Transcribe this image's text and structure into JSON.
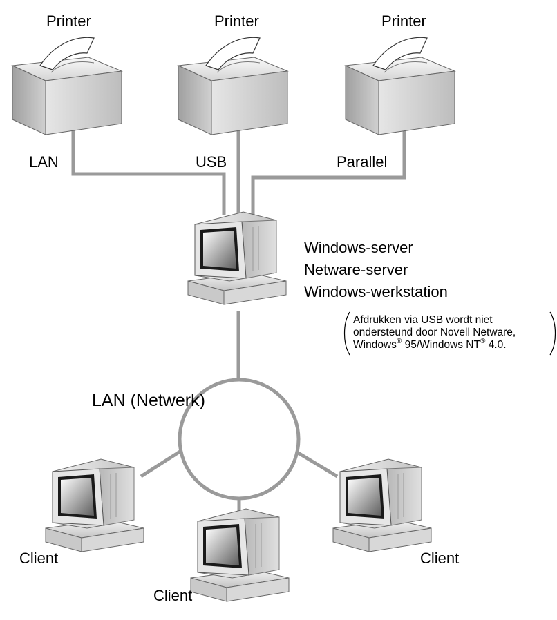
{
  "printers": {
    "left": {
      "label": "Printer"
    },
    "center": {
      "label": "Printer"
    },
    "right": {
      "label": "Printer"
    }
  },
  "connections": {
    "lan": "LAN",
    "usb": "USB",
    "parallel": "Parallel"
  },
  "server": {
    "lines": [
      "Windows-server",
      "Netware-server",
      "Windows-werkstation"
    ]
  },
  "note": {
    "line1": "Afdrukken via USB wordt niet",
    "line2": "ondersteund door Novell Netware,",
    "line3_a": "Windows",
    "line3_b": " 95/Windows NT",
    "line3_c": " 4.0.",
    "reg": "®"
  },
  "network": {
    "label": "LAN (Netwerk)"
  },
  "clients": {
    "left": "Client",
    "center": "Client",
    "right": "Client"
  },
  "colors": {
    "line": "#9a9a9a",
    "device_light": "#ebebeb",
    "device_mid": "#c8c8c8",
    "device_dark": "#8c8c8c"
  }
}
